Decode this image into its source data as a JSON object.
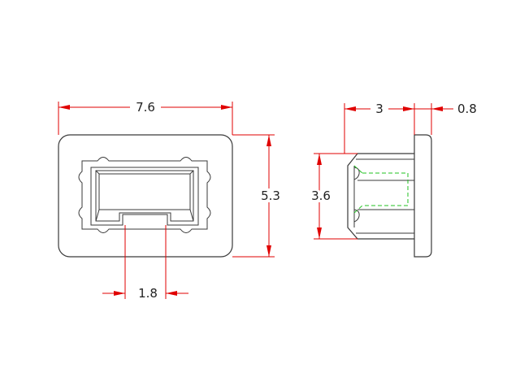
{
  "front_view": {
    "width_dim": "7.6",
    "height_dim": "5.3",
    "slot_dim": "1.8"
  },
  "side_view": {
    "body_length_dim": "3",
    "flange_thickness_dim": "0.8",
    "body_height_dim": "3.6"
  },
  "colors": {
    "dimension": "#e00000",
    "outline": "#3a3a3a",
    "hidden_line": "#22c022"
  }
}
